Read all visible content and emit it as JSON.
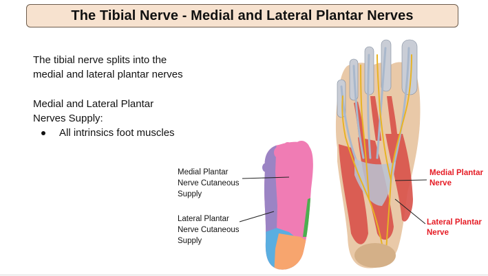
{
  "slide": {
    "title": "The Tibial Nerve - Medial and Lateral Plantar Nerves",
    "intro_lines": [
      "The tibial nerve splits into the",
      "medial and lateral plantar nerves"
    ],
    "supply_heading_lines": [
      "Medial and Lateral Plantar",
      "Nerves Supply:"
    ],
    "bullets": [
      "All intrinsics foot muscles"
    ]
  },
  "labels": {
    "medial_cutaneous": [
      "Medial Plantar",
      "Nerve Cutaneous",
      "Supply"
    ],
    "lateral_cutaneous": [
      "Lateral Plantar",
      "Nerve Cutaneous",
      "Supply"
    ],
    "medial_nerve": [
      "Medial Plantar",
      "Nerve"
    ],
    "lateral_nerve": [
      "Lateral Plantar",
      "Nerve"
    ]
  },
  "colors": {
    "title_bg": "#f7e2cf",
    "medial_region": "#f07cb4",
    "lateral_region": "#9b84c4",
    "heel_region": "#f7a56e",
    "blue_region": "#5aaee0",
    "green_region": "#4caf50",
    "label_red": "#e51b24"
  }
}
